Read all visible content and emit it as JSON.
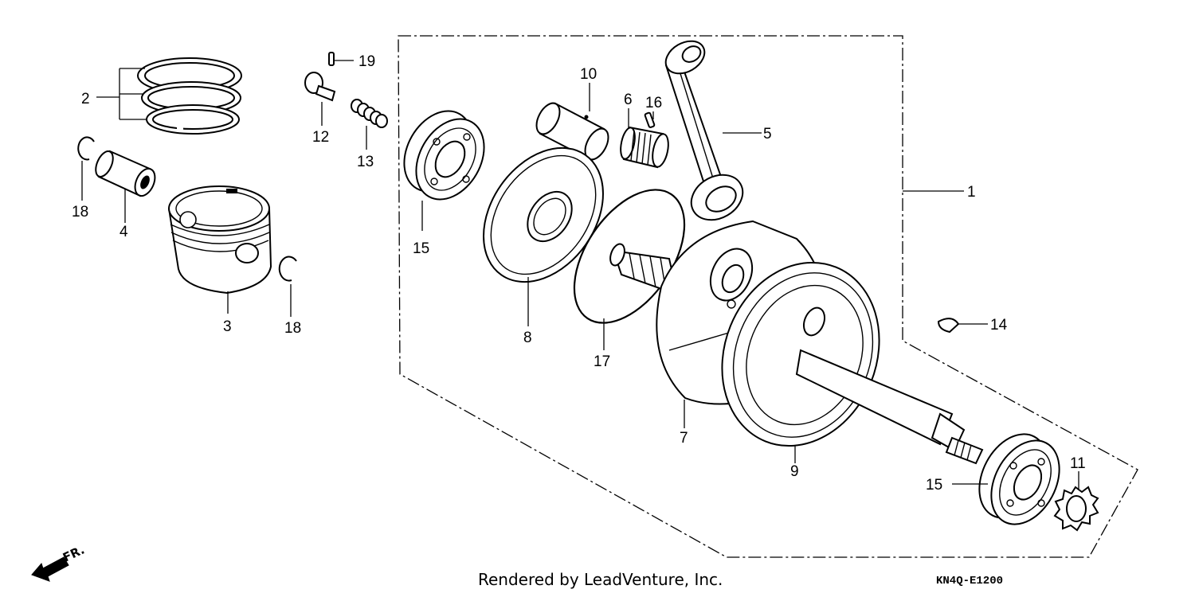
{
  "diagram": {
    "callouts": [
      "1",
      "2",
      "3",
      "4",
      "5",
      "6",
      "7",
      "8",
      "9",
      "10",
      "11",
      "12",
      "13",
      "14",
      "15",
      "15",
      "16",
      "17",
      "18",
      "18",
      "19"
    ],
    "direction_label": "FR.",
    "credit": "Rendered by LeadVenture, Inc.",
    "drawing_code": "KN4Q-E1200"
  }
}
